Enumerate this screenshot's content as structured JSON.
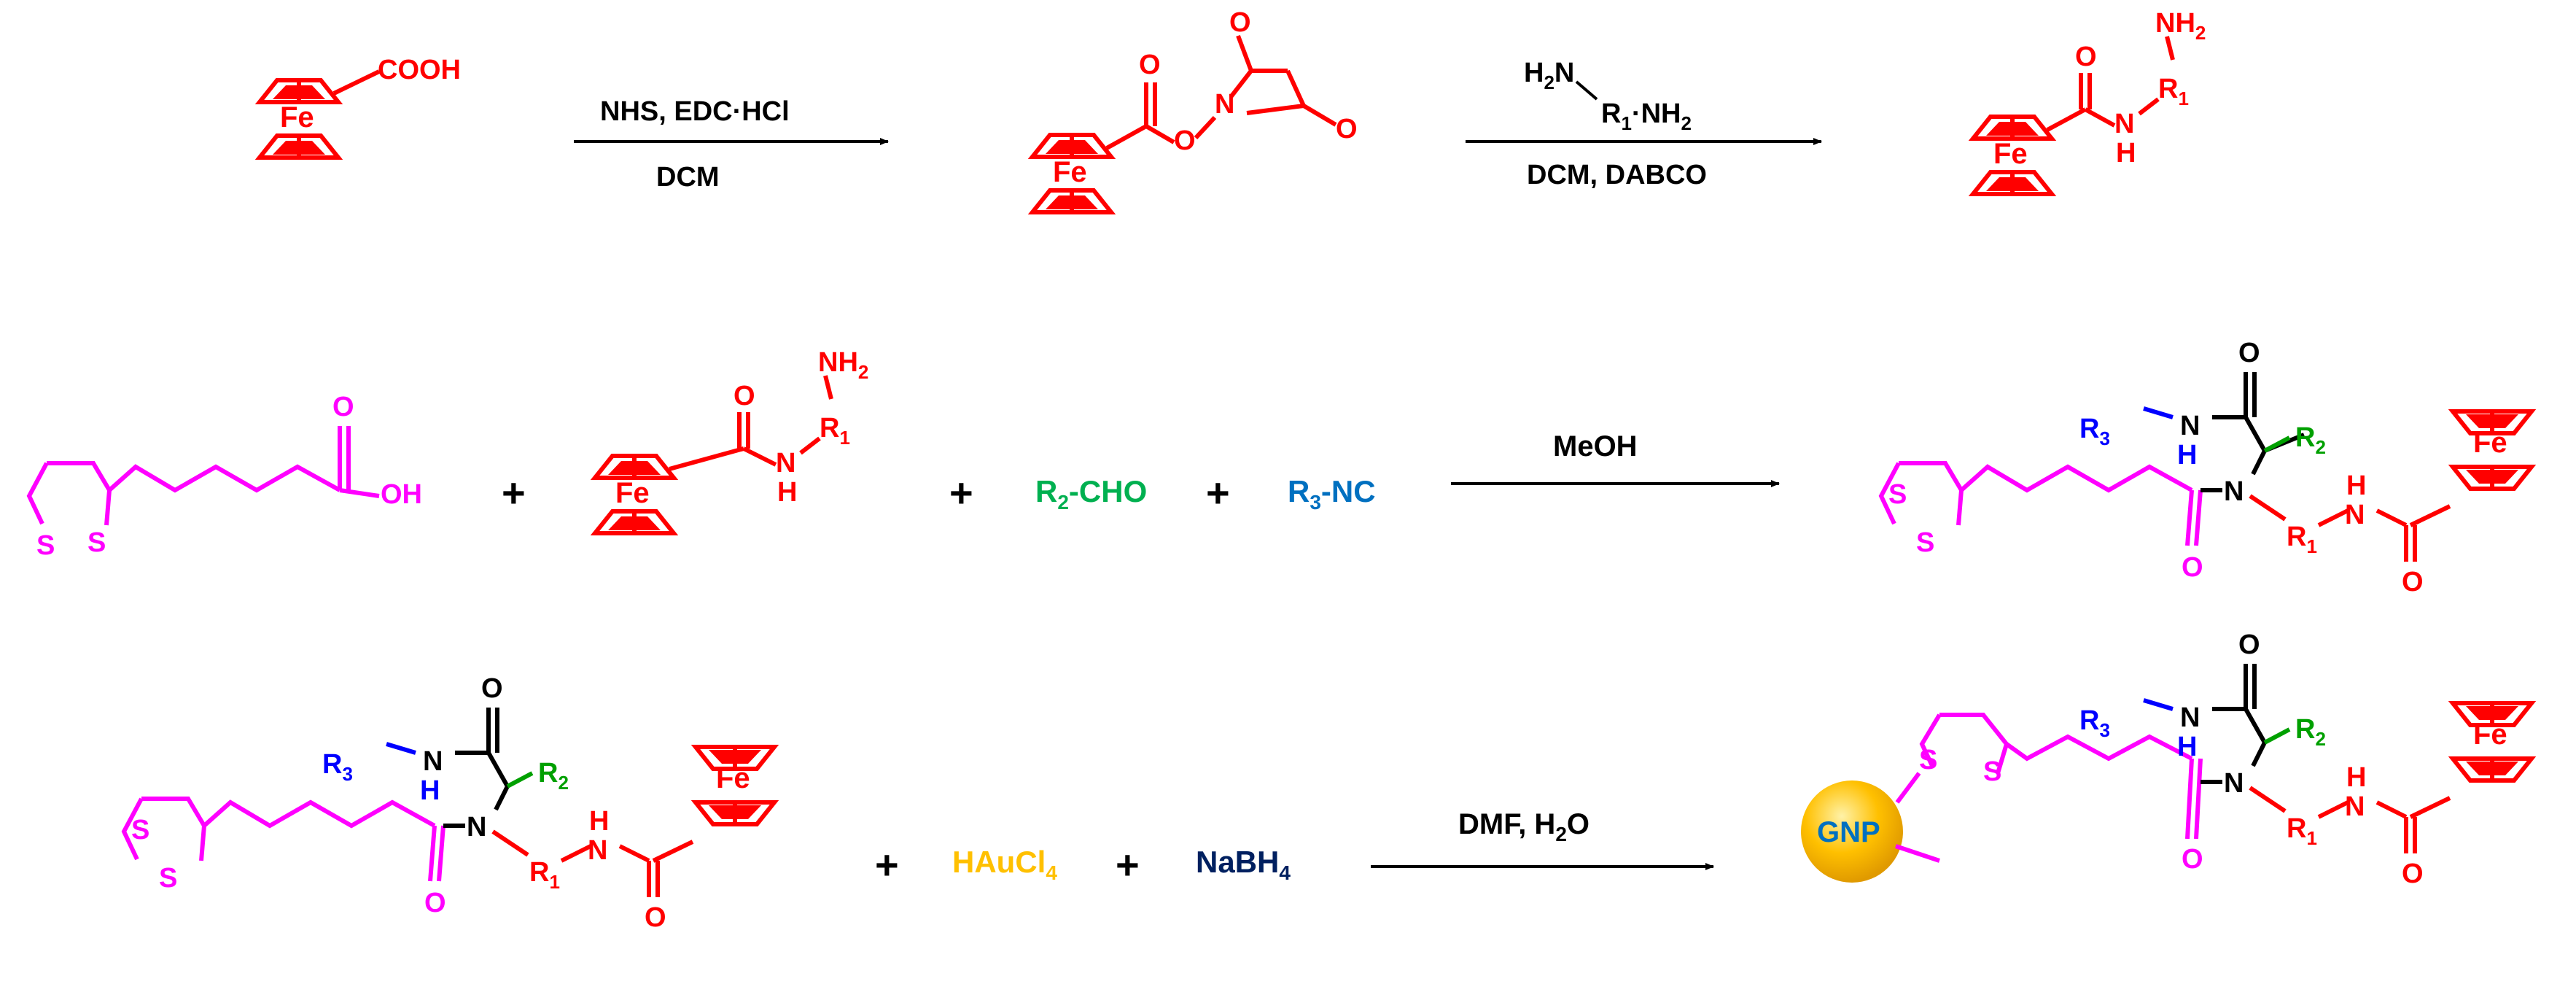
{
  "reaction1": {
    "reactant": {
      "acid_label": "COOH",
      "metal": "Fe"
    },
    "arrow": {
      "top": "NHS, EDC·HCl",
      "bottom": "DCM"
    },
    "intermediate": {
      "metal": "Fe",
      "o": "O",
      "n": "N"
    },
    "arrow2": {
      "top_h2n": "H",
      "top_h2n_sub": "2",
      "top_h2n_n": "N",
      "top_r": "R",
      "top_r_sub": "1",
      "top_nh2": "·NH",
      "top_nh2_sub": "2",
      "bottom": "DCM, DABCO"
    },
    "product": {
      "metal": "Fe",
      "o": "O",
      "nh": "N",
      "h": "H",
      "nh2": "NH",
      "nh2_sub": "2",
      "r": "R",
      "r_sub": "1"
    }
  },
  "reaction2": {
    "lipoic": {
      "s1": "S",
      "s2": "S",
      "o": "O",
      "oh": "OH"
    },
    "plus": "+",
    "amine": {
      "metal": "Fe",
      "o": "O",
      "n": "N",
      "h": "H",
      "nh2": "NH",
      "nh2_sub": "2",
      "r": "R",
      "r_sub": "1"
    },
    "aldehyde": {
      "r": "R",
      "sub": "2",
      "rest": "-CHO"
    },
    "isocyanide": {
      "r": "R",
      "sub": "3",
      "rest": "-NC"
    },
    "arrow": {
      "top": "MeOH"
    }
  },
  "ugi_product": {
    "s1": "S",
    "s2": "S",
    "o_top": "O",
    "o_bottom": "O",
    "o_right": "O",
    "r3": "R",
    "r3_sub": "3",
    "n_amide": "N",
    "h_amide": "H",
    "r2": "R",
    "r2_sub": "2",
    "n_center": "N",
    "r1": "R",
    "r1_sub": "1",
    "n_right": "N",
    "h_right": "H",
    "metal": "Fe"
  },
  "reaction3": {
    "gold_salt": {
      "main": "HAuCl",
      "sub": "4"
    },
    "reductant": {
      "main": "NaBH",
      "sub": "4"
    },
    "arrow": {
      "top_main": "DMF, H",
      "top_sub": "2",
      "top_end": "O"
    },
    "nanoparticle": "GNP"
  },
  "colors": {
    "ferrocene": "#ff0000",
    "lipoic": "#ff00ff",
    "aldehyde": "#00b050",
    "isocyanide": "#0070c0",
    "r3": "#0000ff",
    "r2": "#00a000",
    "gold": "#ffc000",
    "nabh4": "#002060",
    "backbone": "#000000"
  }
}
